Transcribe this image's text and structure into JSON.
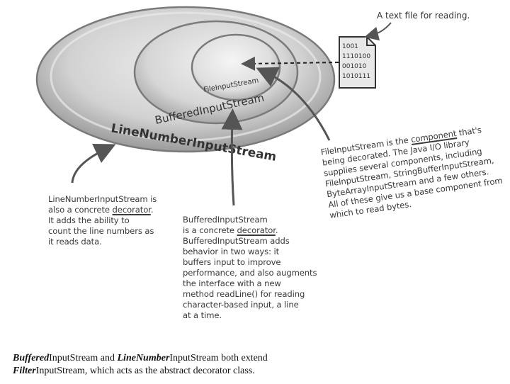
{
  "file_label": "A text file for reading.",
  "file_bits": [
    "1001",
    "1110100",
    "001010",
    "1010111"
  ],
  "rings": {
    "outer": "LineNumberInputStream",
    "middle": "BufferedInputStream",
    "inner": "FileInputStream"
  },
  "notes": {
    "line_number": {
      "l1": "LineNumberInputStream is",
      "l2_pre": "also a concrete ",
      "l2_u": "decorator",
      "l2_post": ".",
      "l3": "It adds the ability to",
      "l4": "count the line numbers as",
      "l5": "it reads data."
    },
    "buffered": {
      "l1": "BufferedInputStream",
      "l2_pre": "is a concrete ",
      "l2_u": "decorator",
      "l2_post": ".",
      "l3": "BufferedInputStream adds",
      "l4": "behavior in two ways: it",
      "l5": "buffers input to improve",
      "l6": "performance, and also augments",
      "l7": "the interface with a new",
      "l8": "method readLine() for reading",
      "l9": "character-based input, a line",
      "l10": "at a time."
    },
    "file_input": {
      "l1_pre": "FileInputStream is the ",
      "l1_u": "component",
      "l1_post": " that's",
      "l2": "being decorated. The Java I/O library",
      "l3": "supplies several components, including",
      "l4": "FileInputStream, StringBufferInputStream,",
      "l5": "ByteArrayInputStream and a few others.",
      "l6": "All of these give us a base component from",
      "l7": "which to read bytes."
    }
  },
  "caption": {
    "p1_bold": "Buffered",
    "p1_rest": "InputStream and ",
    "p2_bold": "LineNumber",
    "p2_rest": "InputStream both extend",
    "p3_bold": "Filter",
    "p3_rest": "InputStream, which acts as the abstract decorator class."
  }
}
